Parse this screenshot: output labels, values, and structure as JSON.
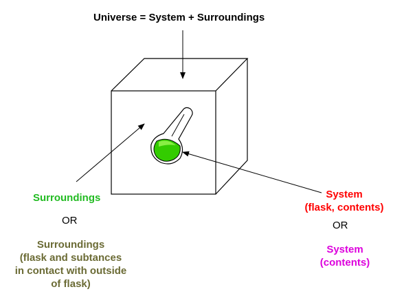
{
  "title": "Universe = System + Surroundings",
  "surroundings": {
    "label": "Surroundings",
    "or": "OR",
    "detail_lines": [
      "Surroundings",
      "(flask and subtances",
      "in contact with outside",
      "of flask)"
    ]
  },
  "system": {
    "label_lines": [
      "System",
      "(flask, contents)"
    ],
    "or": "OR",
    "detail_lines": [
      "System",
      "(contents)"
    ]
  },
  "colors": {
    "surroundings": "#22bb22",
    "surroundings_detail": "#6b6b35",
    "system": "#ff0000",
    "system_detail": "#dd00dd",
    "flask_liquid": "#33cc00"
  },
  "icons": [
    "cube-icon",
    "flask-icon"
  ]
}
